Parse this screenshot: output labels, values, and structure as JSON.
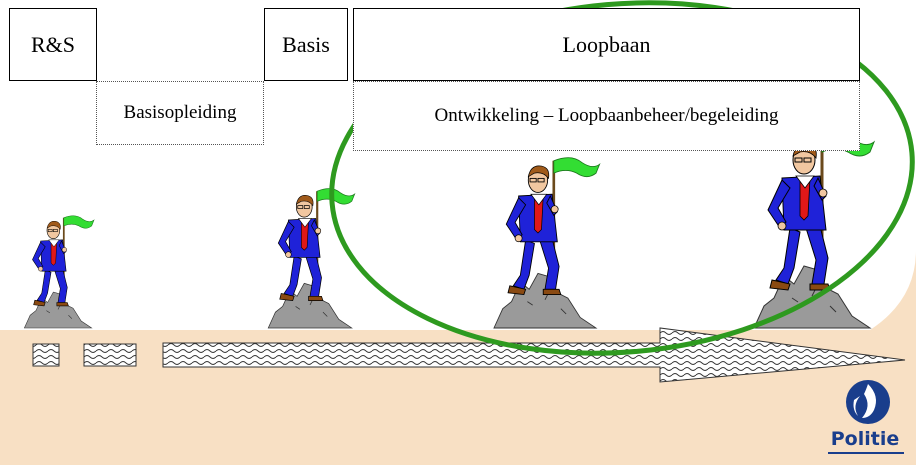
{
  "phases": {
    "rs": "R&S",
    "basis": "Basis",
    "loopbaan": "Loopbaan"
  },
  "sub_phases": {
    "basisopleiding": "Basisopleiding",
    "ontwikkeling": "Ontwikkeling – Loopbaanbeheer/begeleiding"
  },
  "logo": {
    "text": "Politie"
  },
  "colors": {
    "background_band": "#f8e0c4",
    "ellipse": "#2e9a1f",
    "flag": "#33dd33",
    "suit": "#1f22d8",
    "tie": "#e01818",
    "rock": "#9a9a9a",
    "logo_blue": "#1a3e8c"
  },
  "icons": [
    "climber-with-flag-icon",
    "progress-arrow-icon",
    "politie-flame-icon"
  ]
}
